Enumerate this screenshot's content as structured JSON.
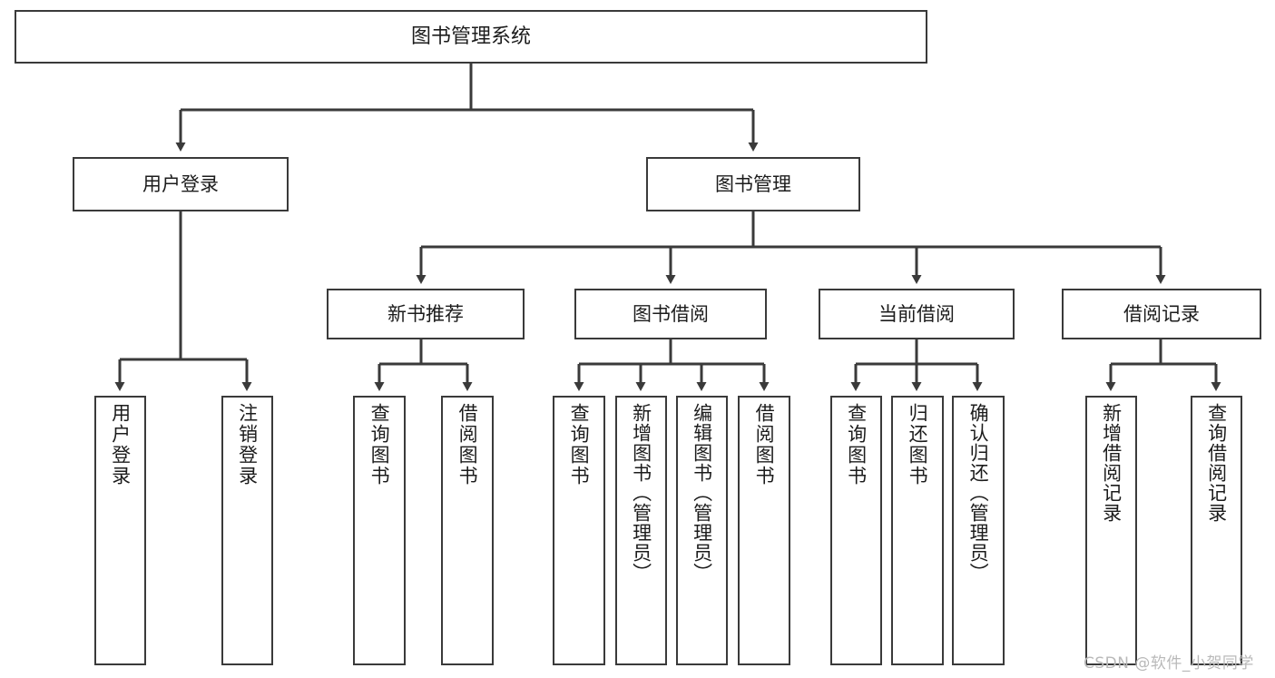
{
  "diagram": {
    "type": "tree-hierarchy",
    "title": "图书管理系统",
    "orientation": "top-down",
    "colors": {
      "box_border": "#3a3a3a",
      "box_fill": "#ffffff",
      "connector": "#3a3a3a",
      "text": "#1c1c1c",
      "watermark": "#b9b9b9"
    },
    "root": {
      "label": "图书管理系统"
    },
    "level1": [
      {
        "id": "user-login",
        "label": "用户登录"
      },
      {
        "id": "book-manage",
        "label": "图书管理"
      }
    ],
    "level2": [
      {
        "id": "new-book-recommend",
        "label": "新书推荐",
        "parent": "book-manage"
      },
      {
        "id": "book-borrow",
        "label": "图书借阅",
        "parent": "book-manage"
      },
      {
        "id": "current-borrow",
        "label": "当前借阅",
        "parent": "book-manage"
      },
      {
        "id": "borrow-record",
        "label": "借阅记录",
        "parent": "book-manage"
      }
    ],
    "leaves": [
      {
        "id": "leaf-user-login",
        "label": "用户登录",
        "parent": "user-login"
      },
      {
        "id": "leaf-user-logout",
        "label": "注销登录",
        "parent": "user-login"
      },
      {
        "id": "leaf-query-book-1",
        "label": "查询图书",
        "parent": "new-book-recommend"
      },
      {
        "id": "leaf-borrow-book-1",
        "label": "借阅图书",
        "parent": "new-book-recommend"
      },
      {
        "id": "leaf-query-book-2",
        "label": "查询图书",
        "parent": "book-borrow"
      },
      {
        "id": "leaf-add-book",
        "label": "新增图书（管理员）",
        "parent": "book-borrow"
      },
      {
        "id": "leaf-edit-book",
        "label": "编辑图书（管理员）",
        "parent": "book-borrow"
      },
      {
        "id": "leaf-borrow-book-2",
        "label": "借阅图书",
        "parent": "book-borrow"
      },
      {
        "id": "leaf-query-book-3",
        "label": "查询图书",
        "parent": "current-borrow"
      },
      {
        "id": "leaf-return-book",
        "label": "归还图书",
        "parent": "current-borrow"
      },
      {
        "id": "leaf-confirm-return",
        "label": "确认归还（管理员）",
        "parent": "current-borrow"
      },
      {
        "id": "leaf-add-record",
        "label": "新增借阅记录",
        "parent": "borrow-record"
      },
      {
        "id": "leaf-query-record",
        "label": "查询借阅记录",
        "parent": "borrow-record"
      }
    ]
  },
  "watermark": {
    "text": "CSDN @软件_小贺同学"
  }
}
